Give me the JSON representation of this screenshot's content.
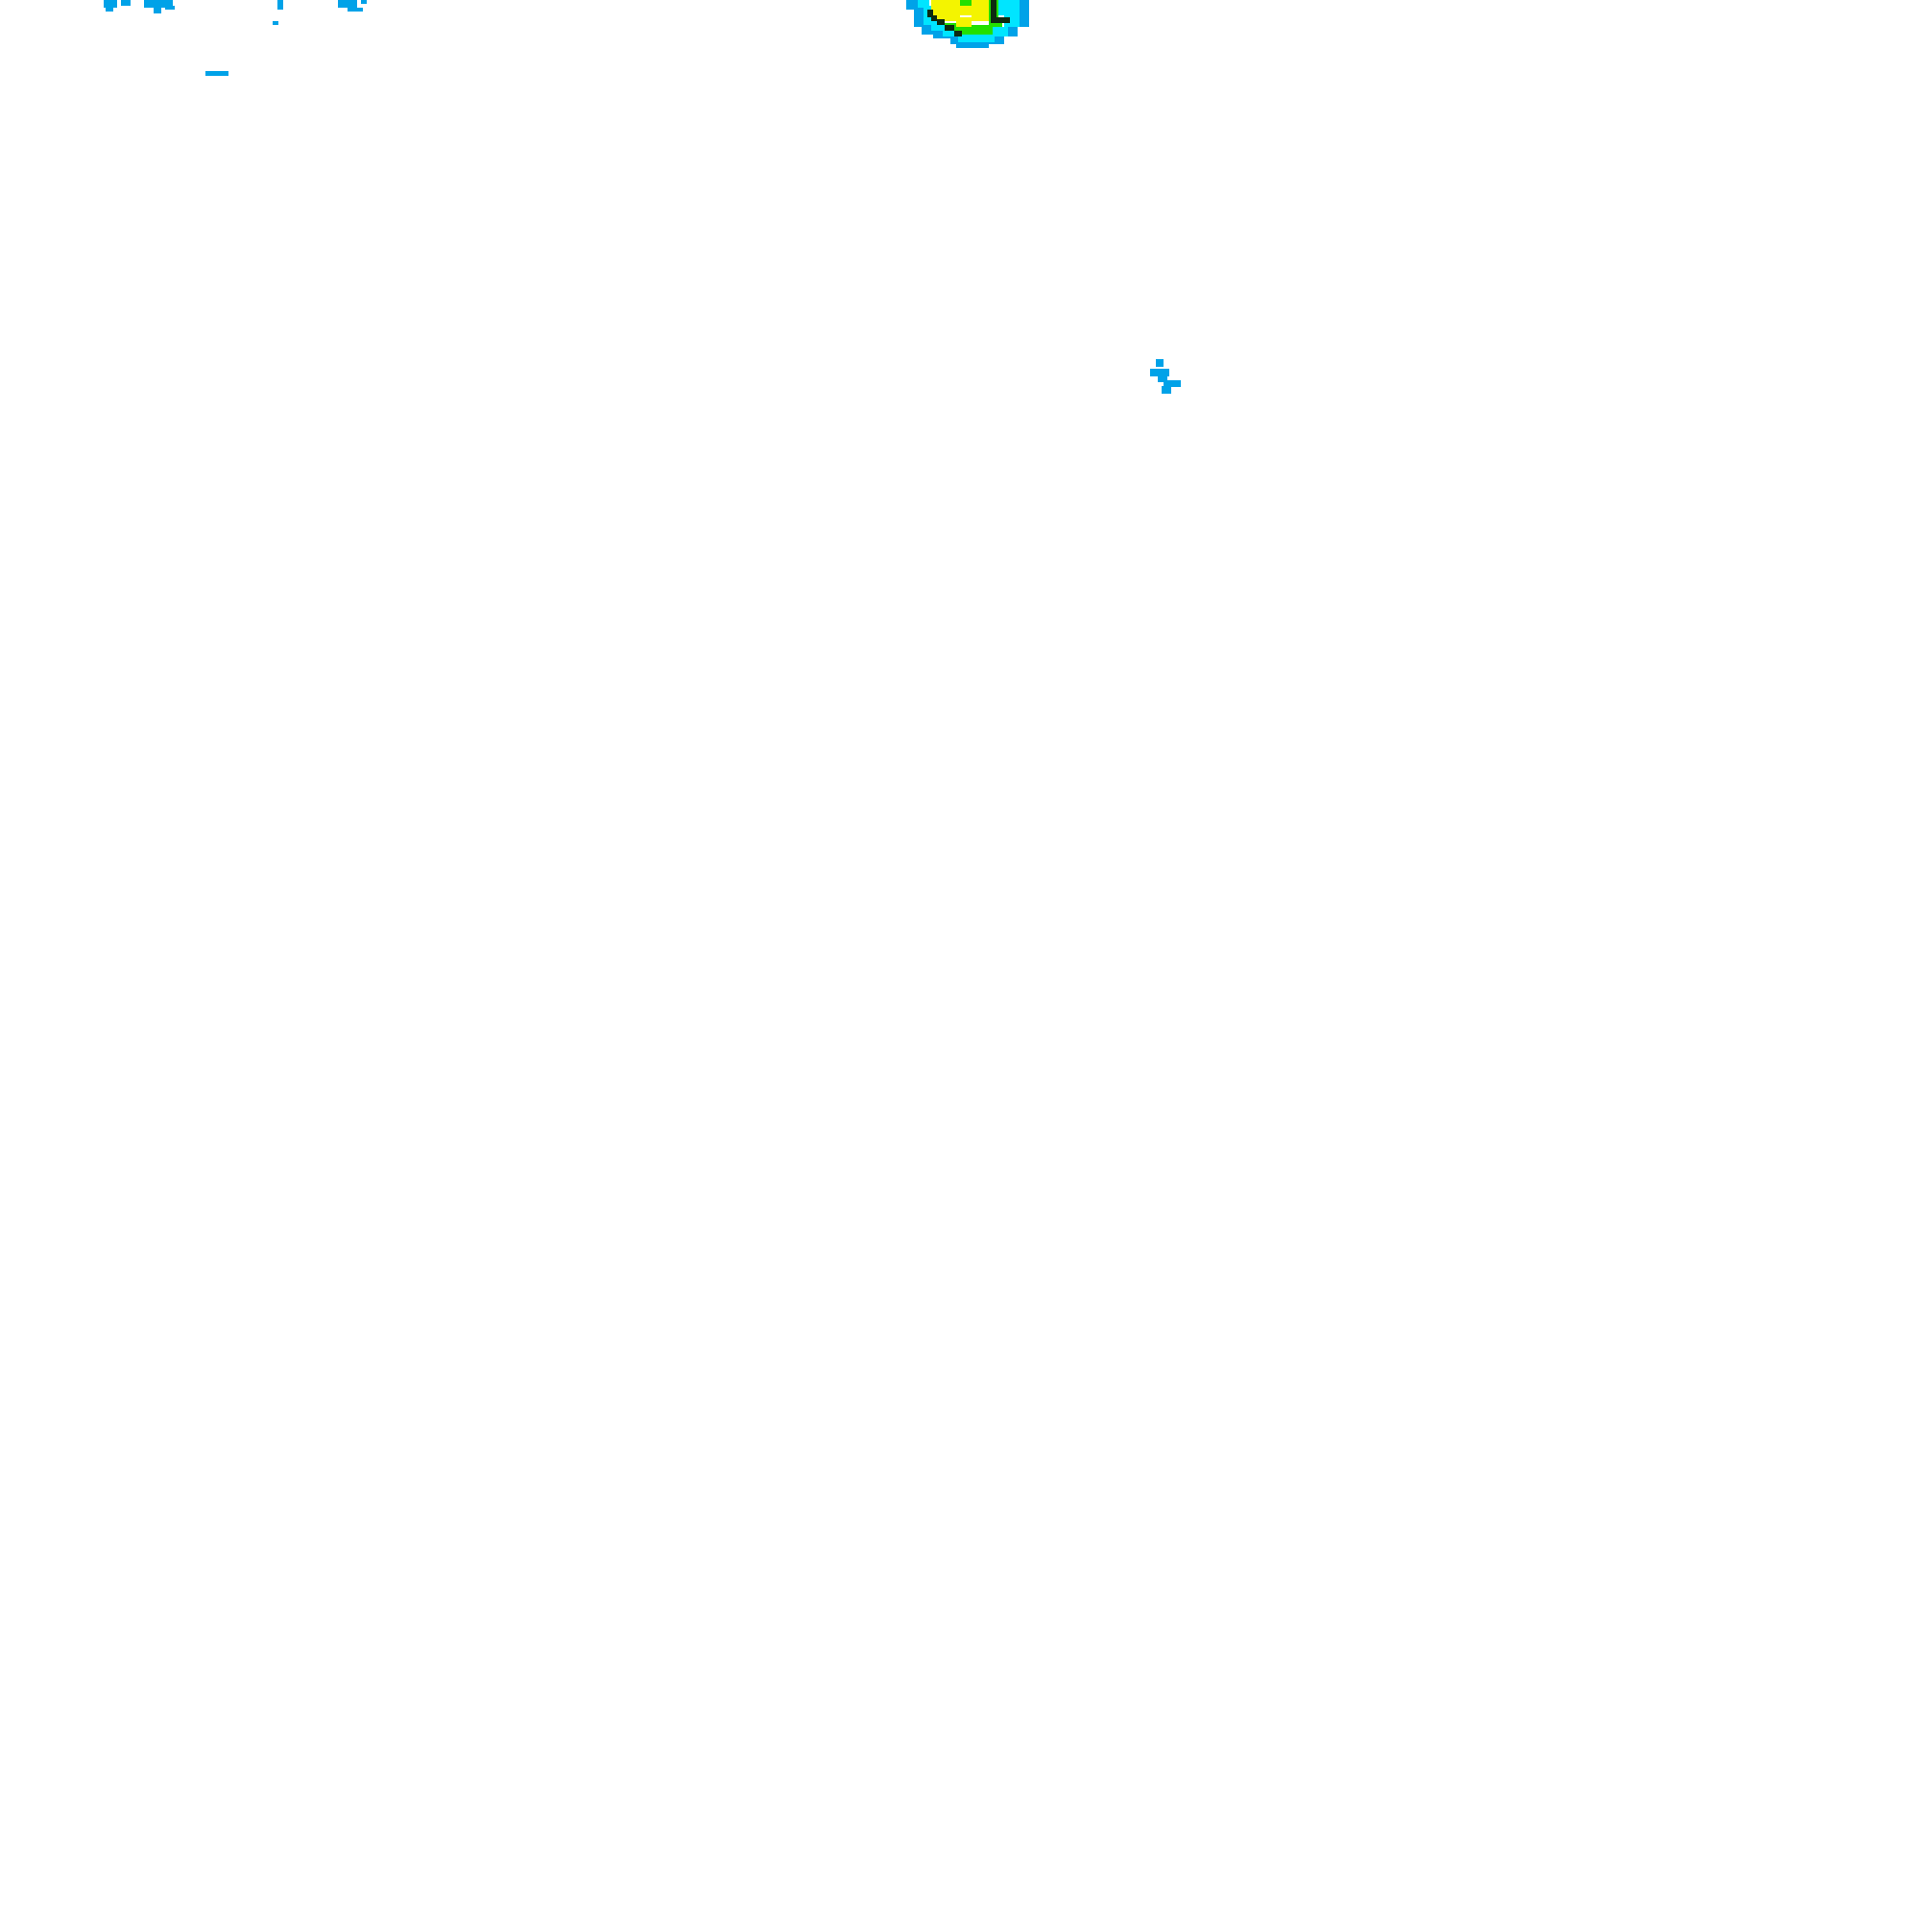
{
  "colors": {
    "background": "#ffffff",
    "level_blue": "#00a2e8",
    "level_cyan": "#00e5ff",
    "level_green": "#22e000",
    "level_yellow": "#f4f400",
    "contour_line": "#0d2a10"
  },
  "regions": [
    {
      "label": "",
      "level": "low"
    },
    {
      "label": "",
      "level": "low"
    },
    {
      "label": "",
      "level": "low"
    },
    {
      "label": "",
      "level": "low"
    },
    {
      "label": "",
      "level": "low"
    },
    {
      "label": "",
      "level": "high"
    },
    {
      "label": "",
      "level": "low"
    }
  ]
}
